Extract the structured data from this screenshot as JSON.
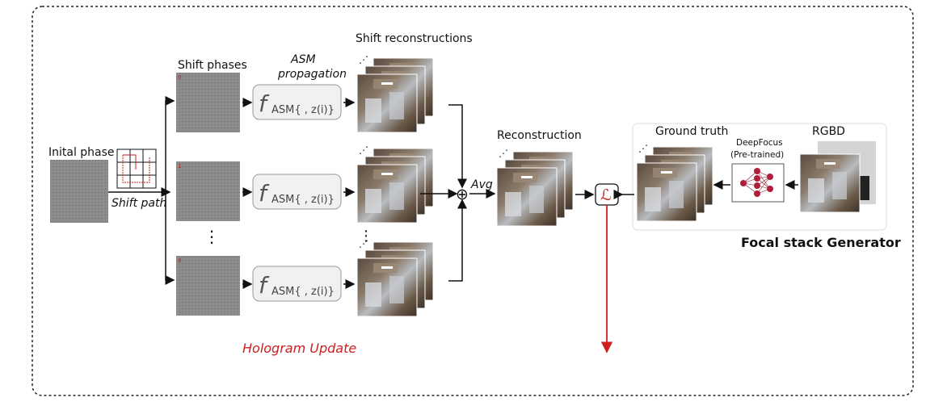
{
  "initial_phase": {
    "label": "Inital phase"
  },
  "shift_path": {
    "label": "Shift path"
  },
  "shift_phases": {
    "label": "Shift phases",
    "indices": [
      "0",
      "1",
      "8"
    ],
    "ellipsis": "⋮"
  },
  "asm": {
    "title_line1": "ASM",
    "title_line2": "propagation",
    "func": "f",
    "subscript": "ASM{ , z(i)}"
  },
  "shift_reconstructions": {
    "label": "Shift reconstructions",
    "ellipsis": "⋮"
  },
  "avg": {
    "label": "Avg",
    "symbol": "⊕"
  },
  "reconstruction": {
    "label": "Reconstruction"
  },
  "loss": {
    "symbol": "ℒ"
  },
  "focal_stack": {
    "title": "Focal stack Generator",
    "ground_truth": "Ground truth",
    "network_line1": "DeepFocus",
    "network_line2": "(Pre-trained)",
    "rgbd": "RGBD"
  },
  "hologram_update": {
    "label": "Hologram Update"
  },
  "colors": {
    "accent_red": "#cc1f1f",
    "phase_gray": "#8a8a8a",
    "box_fill": "#f1f1f1"
  }
}
